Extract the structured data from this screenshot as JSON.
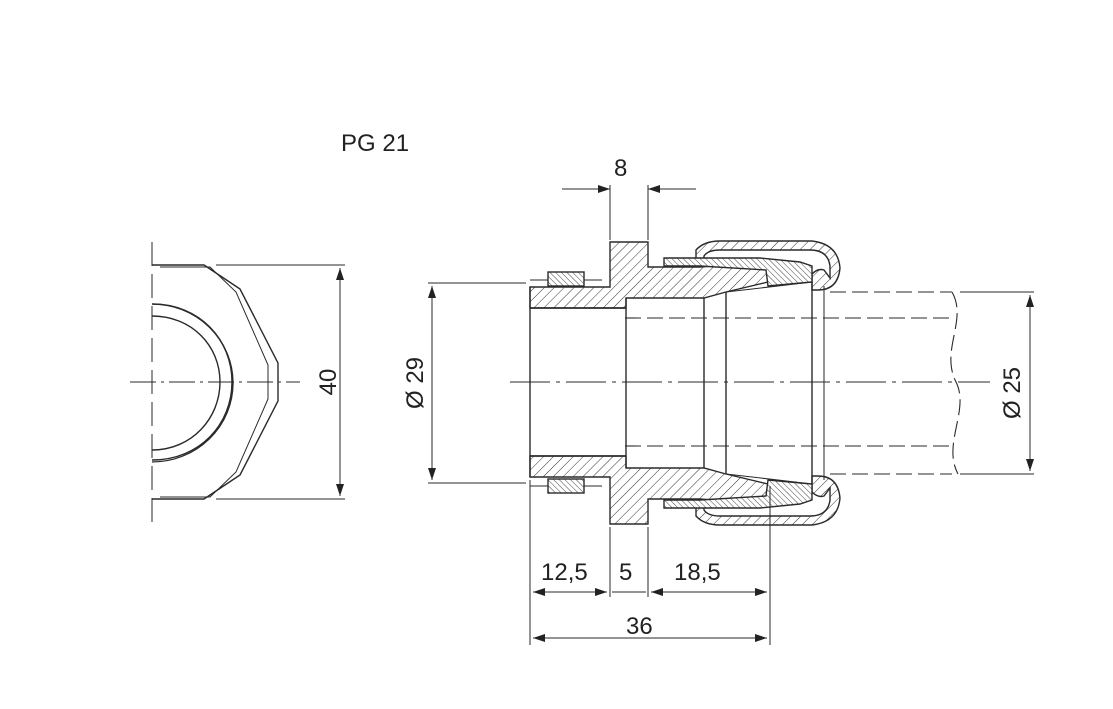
{
  "title": "PG 21",
  "dimensions": {
    "body_top_width": "8",
    "hex_across_flats": "40",
    "bore_diameter": "Ø 29",
    "cable_diameter": "Ø 25",
    "thread_length": "12,5",
    "flange_length": "5",
    "nut_length": "18,5",
    "total_length": "36"
  },
  "colors": {
    "line": "#2a2a2a",
    "background": "#ffffff"
  }
}
